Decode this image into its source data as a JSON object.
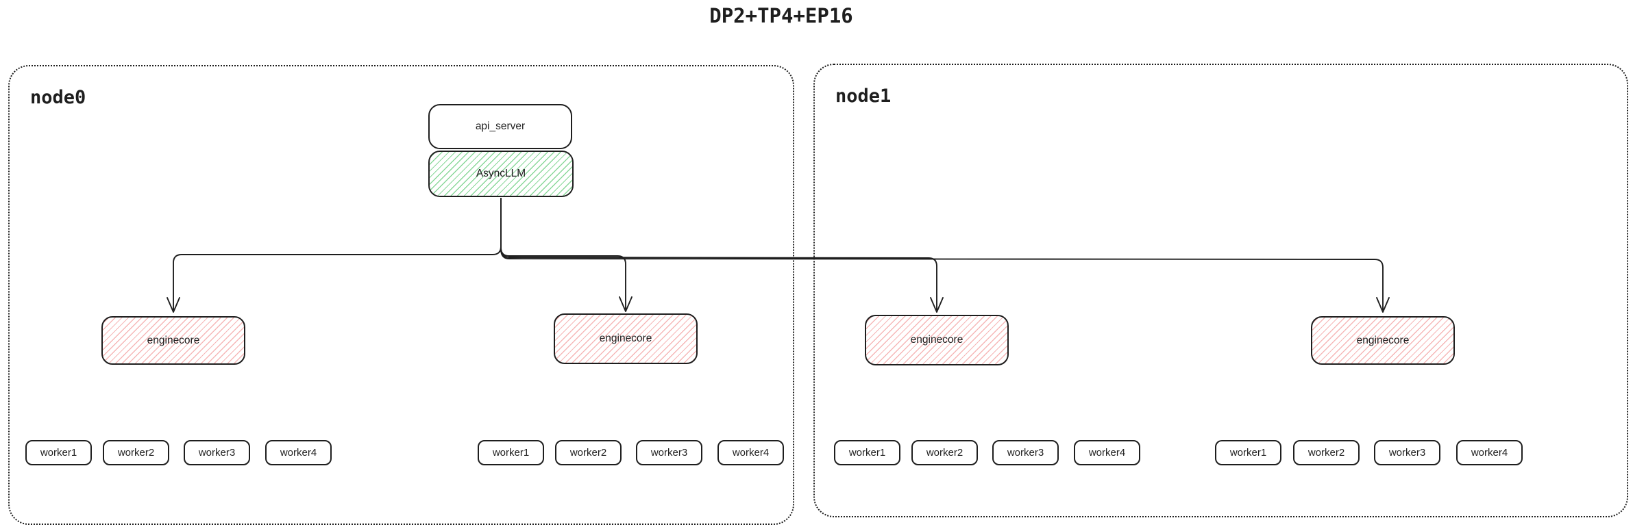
{
  "title": "DP2+TP4+EP16",
  "colors": {
    "stroke": "#1e1e1e",
    "green_hatch": "#8ad89a",
    "red_hatch": "#f6b7b7"
  },
  "node0": {
    "label": "node0",
    "api_server_label": "api_server",
    "asyncllm_label": "AsyncLLM",
    "enginecore1": "enginecore",
    "enginecore2": "enginecore",
    "worker_groups": [
      [
        "worker1",
        "worker2",
        "worker3",
        "worker4"
      ],
      [
        "worker1",
        "worker2",
        "worker3",
        "worker4"
      ]
    ]
  },
  "node1": {
    "label": "node1",
    "enginecore1": "enginecore",
    "enginecore2": "enginecore",
    "worker_groups": [
      [
        "worker1",
        "worker2",
        "worker3",
        "worker4"
      ],
      [
        "worker1",
        "worker2",
        "worker3",
        "worker4"
      ]
    ]
  }
}
